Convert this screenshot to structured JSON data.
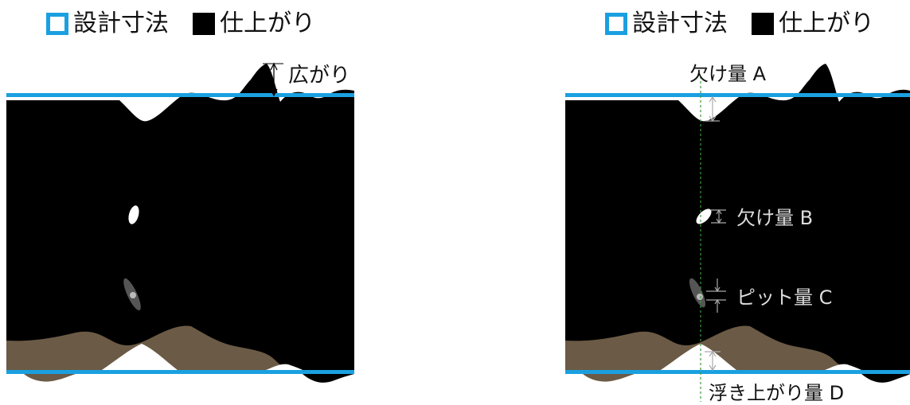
{
  "legend": {
    "design_label": "設計寸法",
    "finish_label": "仕上がり"
  },
  "colors": {
    "design_line": "#1aa0e0",
    "finish_fill": "#000000",
    "underlay": "#6b5a45",
    "guide": "#3a9a3a",
    "pit": "#555555"
  },
  "left_panel": {
    "annotation_spread": "広がり"
  },
  "right_panel": {
    "label_a": "欠け量 A",
    "label_b": "欠け量 B",
    "label_c": "ピット量 C",
    "label_d": "浮き上がり量 D"
  }
}
